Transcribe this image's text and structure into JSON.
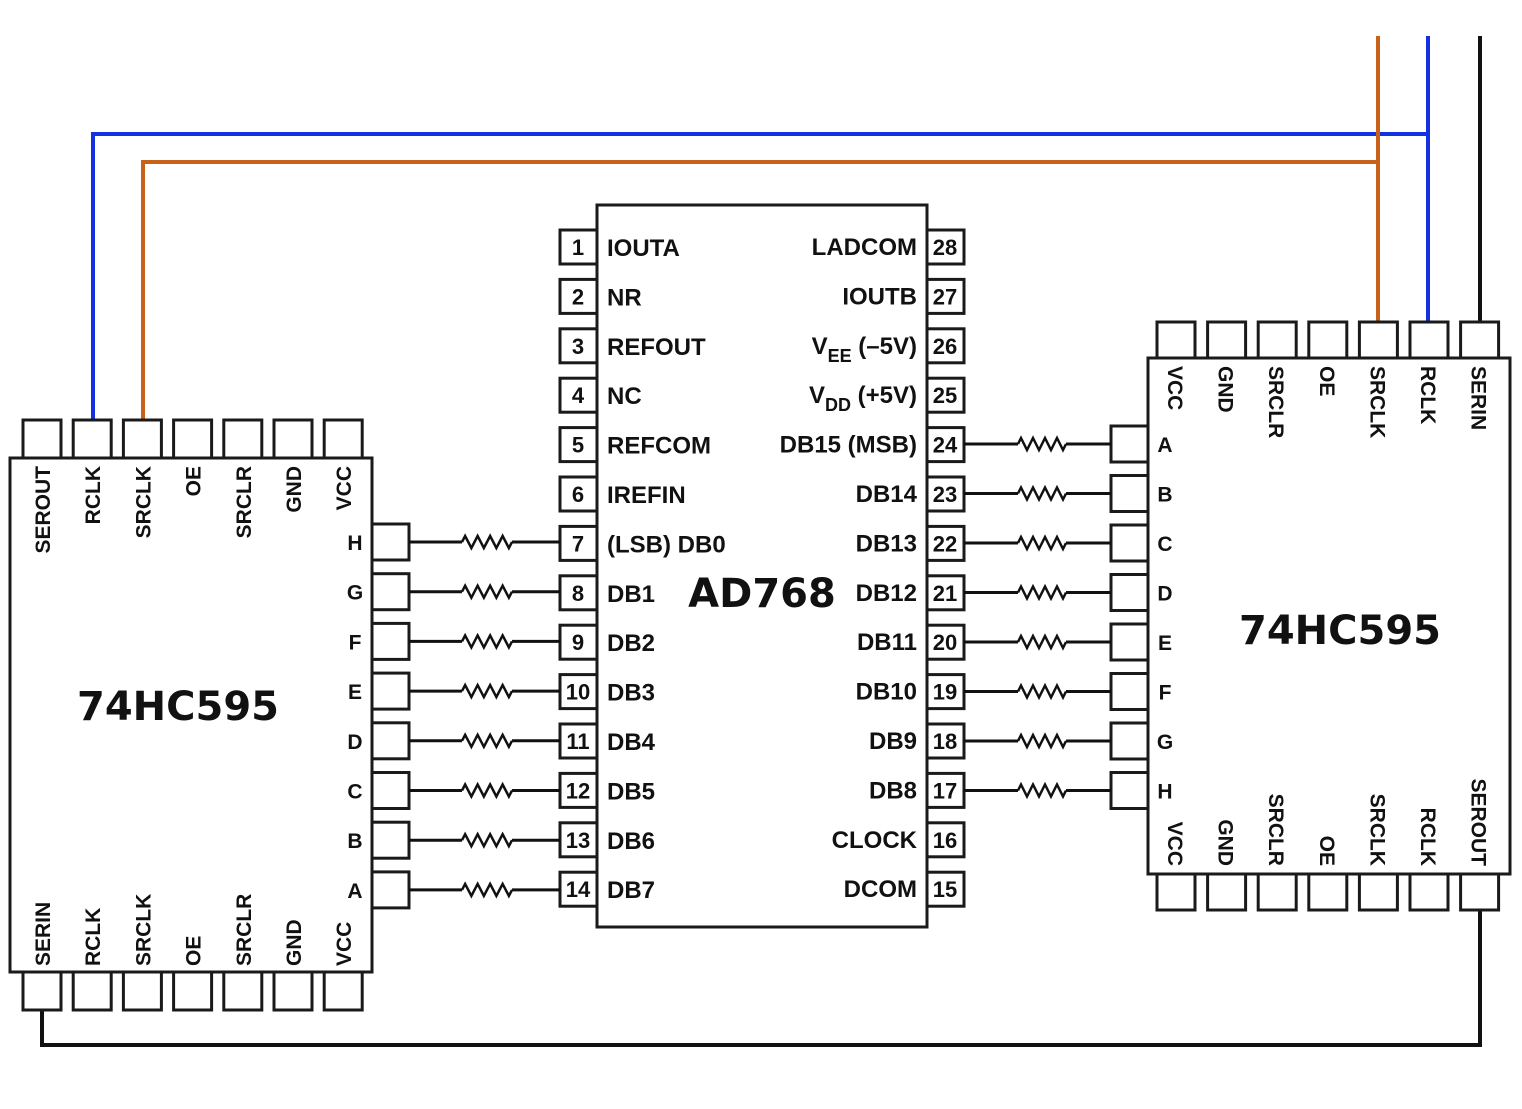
{
  "colors": {
    "rclk_wire": "#1530e0",
    "srclk_wire": "#c8621a",
    "serial_wire": "#111111"
  },
  "dac": {
    "name": "AD768",
    "left_pins": [
      {
        "num": "1",
        "label": "IOUTA"
      },
      {
        "num": "2",
        "label": "NR"
      },
      {
        "num": "3",
        "label": "REFOUT"
      },
      {
        "num": "4",
        "label": "NC"
      },
      {
        "num": "5",
        "label": "REFCOM"
      },
      {
        "num": "6",
        "label": "IREFIN"
      },
      {
        "num": "7",
        "label": "(LSB) DB0"
      },
      {
        "num": "8",
        "label": "DB1"
      },
      {
        "num": "9",
        "label": "DB2"
      },
      {
        "num": "10",
        "label": "DB3"
      },
      {
        "num": "11",
        "label": "DB4"
      },
      {
        "num": "12",
        "label": "DB5"
      },
      {
        "num": "13",
        "label": "DB6"
      },
      {
        "num": "14",
        "label": "DB7"
      }
    ],
    "right_pins": [
      {
        "num": "28",
        "label": "LADCOM"
      },
      {
        "num": "27",
        "label": "IOUTB"
      },
      {
        "num": "26",
        "label": "V",
        "sub": "EE",
        "suffix": " (–5V)"
      },
      {
        "num": "25",
        "label": "V",
        "sub": "DD",
        "suffix": " (+5V)"
      },
      {
        "num": "24",
        "label": "DB15 (MSB)"
      },
      {
        "num": "23",
        "label": "DB14"
      },
      {
        "num": "22",
        "label": "DB13"
      },
      {
        "num": "21",
        "label": "DB12"
      },
      {
        "num": "20",
        "label": "DB11"
      },
      {
        "num": "19",
        "label": "DB10"
      },
      {
        "num": "18",
        "label": "DB9"
      },
      {
        "num": "17",
        "label": "DB8"
      },
      {
        "num": "16",
        "label": "CLOCK"
      },
      {
        "num": "15",
        "label": "DCOM"
      }
    ]
  },
  "left_shift_register": {
    "name": "74HC595",
    "top_pins": [
      "SEROUT",
      "RCLK",
      "SRCLK",
      "OE",
      "SRCLR",
      "GND",
      "VCC"
    ],
    "bottom_pins": [
      "SERIN",
      "RCLK",
      "SRCLK",
      "OE",
      "SRCLR",
      "GND",
      "VCC"
    ],
    "outputs": [
      "H",
      "G",
      "F",
      "E",
      "D",
      "C",
      "B",
      "A"
    ]
  },
  "right_shift_register": {
    "name": "74HC595",
    "top_pins": [
      "VCC",
      "GND",
      "SRCLR",
      "OE",
      "SRCLK",
      "RCLK",
      "SERIN"
    ],
    "bottom_pins": [
      "VCC",
      "GND",
      "SRCLR",
      "OE",
      "SRCLK",
      "RCLK",
      "SEROUT"
    ],
    "outputs": [
      "A",
      "B",
      "C",
      "D",
      "E",
      "F",
      "G",
      "H"
    ]
  }
}
